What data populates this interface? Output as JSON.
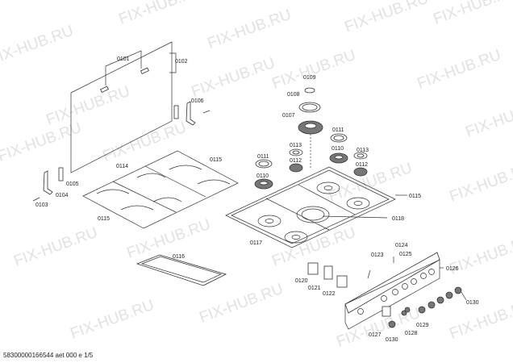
{
  "watermark": "FIX-HUB.RU",
  "footer": "58300000166544 aet 000 e 1/5",
  "labels": {
    "p0101": "0101",
    "p0102": "0102",
    "p0103": "0103",
    "p0104": "0104",
    "p0105": "0105",
    "p0106": "0106",
    "p0107": "0107",
    "p0108": "0108",
    "p0109": "0109",
    "p0110a": "0110",
    "p0110b": "0110",
    "p0111a": "0111",
    "p0111b": "0111",
    "p0112a": "0112",
    "p0112b": "0112",
    "p0113a": "0113",
    "p0113b": "0113",
    "p0114": "0114",
    "p0115a": "0115",
    "p0115b": "0115",
    "p0115c": "0115",
    "p0116": "0116",
    "p0117": "0117",
    "p0118": "0118",
    "p0120": "0120",
    "p0121": "0121",
    "p0122": "0122",
    "p0123": "0123",
    "p0124": "0124",
    "p0125": "0125",
    "p0126": "0126",
    "p0127": "0127",
    "p0128": "0128",
    "p0129": "0129",
    "p0130a": "0130",
    "p0130b": "0130"
  }
}
